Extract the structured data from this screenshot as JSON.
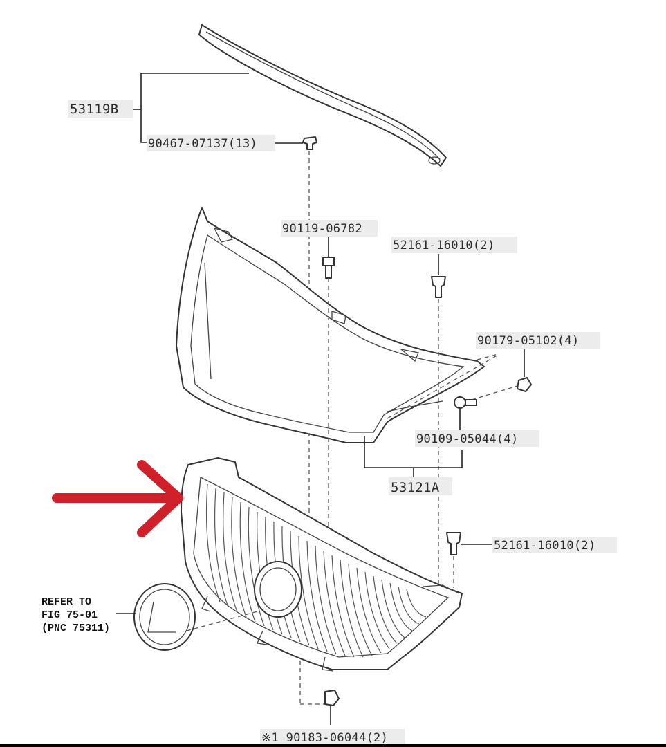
{
  "parts": {
    "molding": {
      "number": "53119B"
    },
    "clip_top": {
      "number": "90467-07137(13)"
    },
    "bolt_upper": {
      "number": "90119-06782"
    },
    "retainer_upper": {
      "number": "52161-16010(2)"
    },
    "nut_right": {
      "number": "90179-05102(4)"
    },
    "screw_right": {
      "number": "90109-05044(4)"
    },
    "grille_assembly": {
      "number": "53121A"
    },
    "retainer_lower": {
      "number": "52161-16010(2)"
    },
    "clip_bottom": {
      "number": "※1 90183-06044(2)"
    }
  },
  "reference_note": {
    "line1": "REFER TO",
    "line2": "FIG 75-01",
    "line3": "(PNC 75311)"
  },
  "colors": {
    "arrow": "#d0202a",
    "line": "#222222",
    "label_bg": "#ececec"
  }
}
